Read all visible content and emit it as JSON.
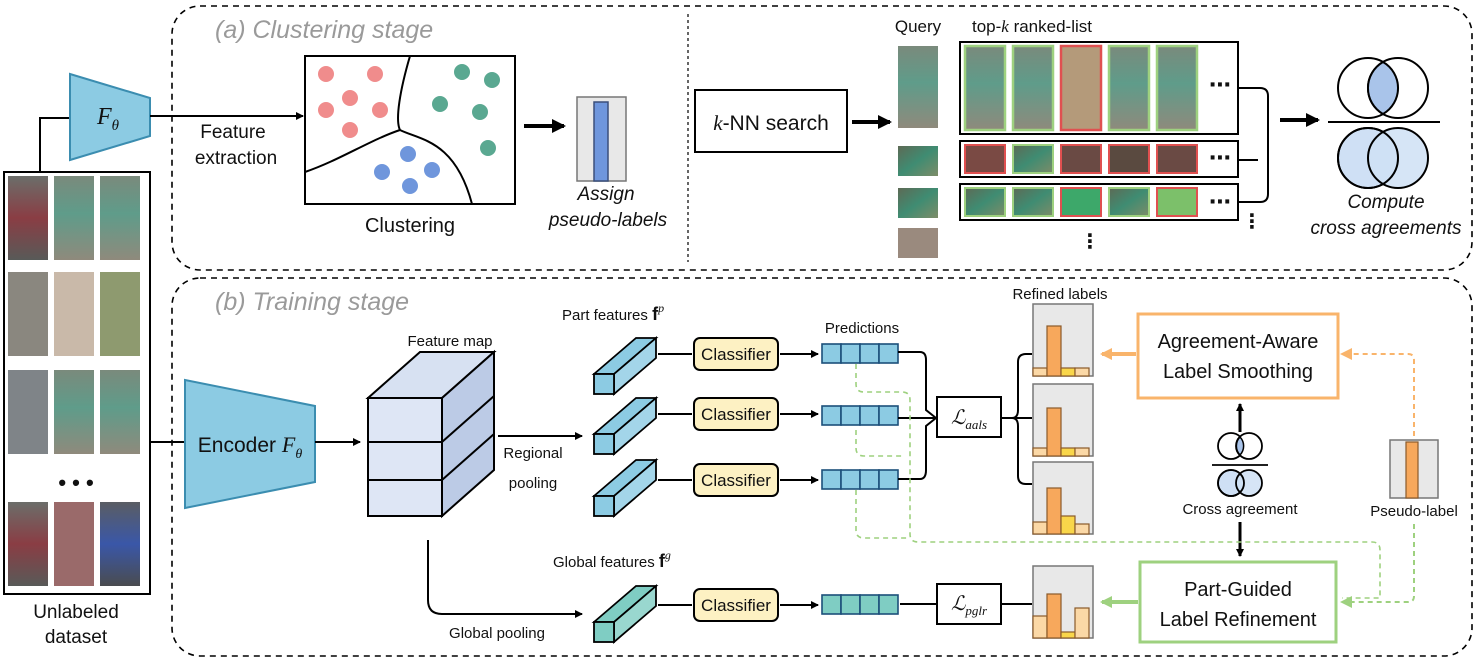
{
  "dataset": {
    "label_line1": "Unlabeled",
    "label_line2": "dataset",
    "ellipsis": "• • •"
  },
  "encoder_top": {
    "symbol": "F",
    "subscript": "θ"
  },
  "clustering": {
    "stage_title": "(a) Clustering stage",
    "feature_line1": "Feature",
    "feature_line2": "extraction",
    "clustering_label": "Clustering",
    "assign_line1": "Assign",
    "assign_line2": "pseudo-labels",
    "knn_var": "k",
    "knn_rest": "-NN search",
    "query_label": "Query",
    "topk_prefix": "top-",
    "topk_var": "k",
    "topk_suffix": " ranked-list",
    "dots": "⋯",
    "compute_line1": "Compute",
    "compute_line2": "cross agreements",
    "cluster_colors": {
      "red": "#f08c8c",
      "green": "#5aa891",
      "blue": "#6f96dc"
    }
  },
  "training": {
    "stage_title": "(b) Training stage",
    "encoder_label": "Encoder",
    "encoder_symbol": "F",
    "encoder_sub": "θ",
    "feature_map": "Feature map",
    "regional_line1": "Regional",
    "regional_line2": "pooling",
    "global_pooling": "Global pooling",
    "part_features": "Part features",
    "part_sym": "f",
    "part_sup": "p",
    "global_features": "Global features",
    "global_sym": "f",
    "global_sup": "g",
    "classifier": "Classifier",
    "predictions": "Predictions",
    "loss_aals_sym": "ℒ",
    "loss_aals_sub": "aals",
    "loss_pglr_sym": "ℒ",
    "loss_pglr_sub": "pglr",
    "refined_labels": "Refined labels",
    "aals_line1": "Agreement-Aware",
    "aals_line2": "Label Smoothing",
    "pglr_line1": "Part-Guided",
    "pglr_line2": "Label Refinement",
    "cross_agreement": "Cross agreement",
    "pseudo_label": "Pseudo-label",
    "colors": {
      "encoder": "#8ccbe3",
      "classifier": "#fdf1c3",
      "aals": "#f9b46b",
      "pglr": "#9ed17f",
      "bar": "#f7a85c"
    }
  }
}
